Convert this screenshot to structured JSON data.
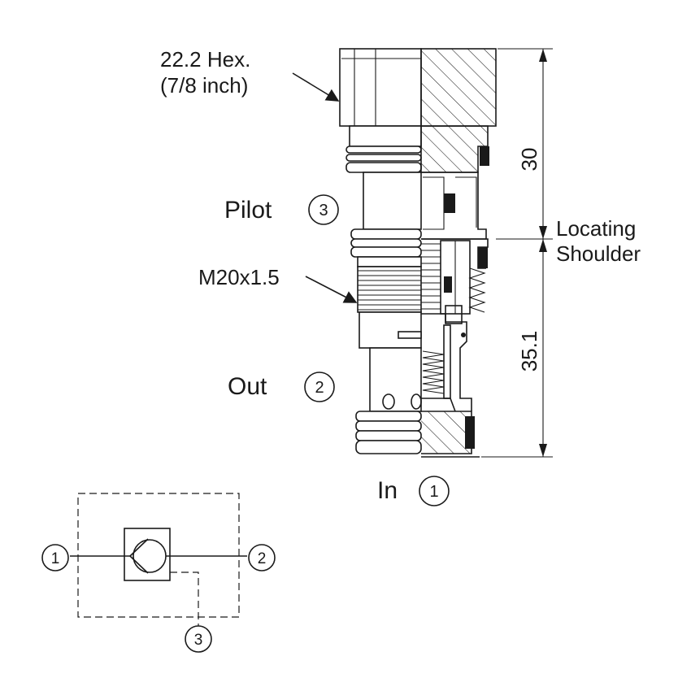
{
  "drawing": {
    "hex_label_line1": "22.2 Hex.",
    "hex_label_line2": "(7/8 inch)",
    "thread_label": "M20x1.5",
    "pilot_label": "Pilot",
    "pilot_port": "3",
    "out_label": "Out",
    "out_port": "2",
    "in_label": "In",
    "in_port": "1",
    "dim_upper": "30",
    "dim_lower": "35.1",
    "shoulder_label_line1": "Locating",
    "shoulder_label_line2": "Shoulder"
  },
  "schematic": {
    "port_in": "1",
    "port_out": "2",
    "port_pilot": "3"
  }
}
